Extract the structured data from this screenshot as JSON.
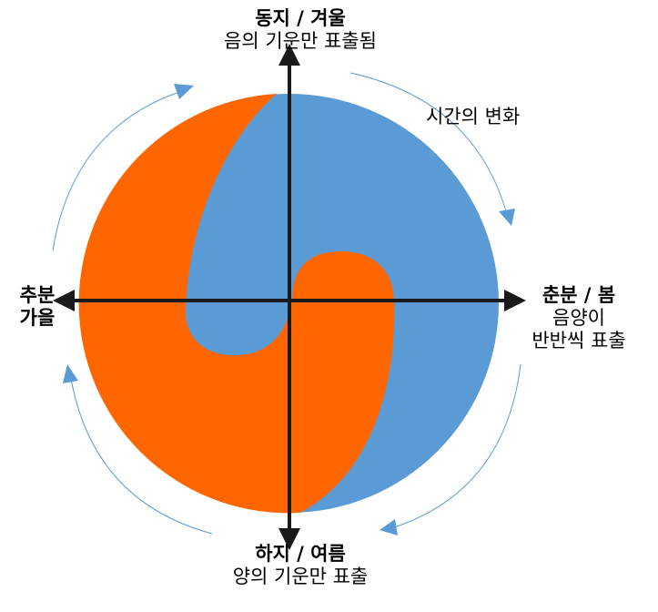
{
  "labels": {
    "top": {
      "title": "동지 / 겨울",
      "sub": "음의 기운만 표출됨"
    },
    "bottom": {
      "title": "하지 / 여름",
      "sub": "양의 기운만 표출"
    },
    "right": {
      "title": "춘분 / 봄",
      "sub1": "음양이",
      "sub2": "반반씩 표출"
    },
    "left": {
      "title1": "추분",
      "title2": "가을"
    },
    "time_change": "시간의 변화"
  },
  "colors": {
    "yang": "#FF6600",
    "yin": "#5B9BD5",
    "axis": "#1a1a1a",
    "cycle_arrow": "#5B9BD5"
  }
}
